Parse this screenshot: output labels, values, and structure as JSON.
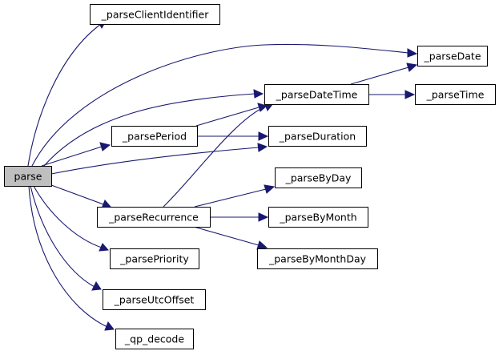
{
  "diagram": {
    "colors": {
      "edge": "#191970",
      "root_fill": "#bfbfbf",
      "node_fill": "#ffffff",
      "node_border": "#000000"
    },
    "nodes": [
      {
        "id": "parse",
        "label": "parse",
        "root": true
      },
      {
        "id": "parseClientIdentifier",
        "label": "_parseClientIdentifier"
      },
      {
        "id": "parseDate",
        "label": "_parseDate"
      },
      {
        "id": "parseDateTime",
        "label": "_parseDateTime"
      },
      {
        "id": "parseTime",
        "label": "_parseTime"
      },
      {
        "id": "parsePeriod",
        "label": "_parsePeriod"
      },
      {
        "id": "parseDuration",
        "label": "_parseDuration"
      },
      {
        "id": "parseByDay",
        "label": "_parseByDay"
      },
      {
        "id": "parseRecurrence",
        "label": "_parseRecurrence"
      },
      {
        "id": "parseByMonth",
        "label": "_parseByMonth"
      },
      {
        "id": "parseByMonthDay",
        "label": "_parseByMonthDay"
      },
      {
        "id": "parsePriority",
        "label": "_parsePriority"
      },
      {
        "id": "parseUtcOffset",
        "label": "_parseUtcOffset"
      },
      {
        "id": "qp_decode",
        "label": "_qp_decode"
      }
    ],
    "edges": [
      {
        "from": "parse",
        "to": "parseClientIdentifier"
      },
      {
        "from": "parse",
        "to": "parseDate"
      },
      {
        "from": "parse",
        "to": "parseDateTime"
      },
      {
        "from": "parse",
        "to": "parsePeriod"
      },
      {
        "from": "parse",
        "to": "parseDuration"
      },
      {
        "from": "parse",
        "to": "parseRecurrence"
      },
      {
        "from": "parse",
        "to": "parsePriority"
      },
      {
        "from": "parse",
        "to": "parseUtcOffset"
      },
      {
        "from": "parse",
        "to": "qp_decode"
      },
      {
        "from": "parseDateTime",
        "to": "parseDate"
      },
      {
        "from": "parseDateTime",
        "to": "parseTime"
      },
      {
        "from": "parsePeriod",
        "to": "parseDateTime"
      },
      {
        "from": "parsePeriod",
        "to": "parseDuration"
      },
      {
        "from": "parseRecurrence",
        "to": "parseDateTime"
      },
      {
        "from": "parseRecurrence",
        "to": "parseByDay"
      },
      {
        "from": "parseRecurrence",
        "to": "parseByMonth"
      },
      {
        "from": "parseRecurrence",
        "to": "parseByMonthDay"
      }
    ]
  }
}
